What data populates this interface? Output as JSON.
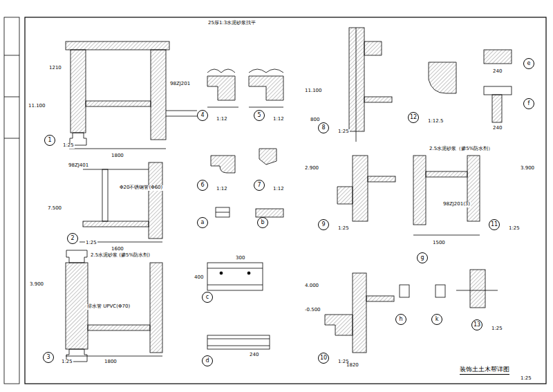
{
  "diagram": {
    "title": "装饰土土木帮详图",
    "nodes": [
      {
        "text": [
          "1"
        ]
      },
      {
        "text": [
          "2"
        ]
      },
      {
        "text": [
          "3"
        ]
      },
      {
        "text": [
          "4"
        ]
      },
      {
        "text": [
          "5"
        ]
      },
      {
        "text": [
          "6"
        ]
      },
      {
        "text": [
          "7"
        ]
      },
      {
        "text": [
          "a"
        ]
      },
      {
        "text": [
          "b"
        ]
      },
      {
        "text": [
          "c"
        ]
      },
      {
        "text": [
          "d"
        ]
      },
      {
        "text": [
          "8"
        ]
      },
      {
        "text": [
          "9"
        ]
      },
      {
        "text": [
          "10"
        ]
      },
      {
        "text": [
          "11"
        ]
      },
      {
        "text": [
          "12"
        ]
      },
      {
        "text": [
          "e"
        ]
      },
      {
        "text": [
          "f"
        ]
      },
      {
        "text": [
          "g"
        ]
      },
      {
        "text": [
          "h"
        ]
      },
      {
        "text": [
          "k"
        ]
      },
      {
        "text": [
          "13"
        ]
      }
    ],
    "labels": [
      "1:25",
      "1800",
      "11.100",
      "1210",
      "98ZJ201",
      "1:25",
      "1600",
      "7.500",
      "98ZJ401",
      "Φ20不锈钢管(Φ60)",
      "1:25",
      "1800",
      "3.900",
      "2.5水泥砂浆 (掺5%防水剂)",
      "排水管 UPVC(Φ70)",
      "1:12",
      "1:12",
      "1:12",
      "1:12",
      "25厚1:3水泥砂浆找平",
      "1:25",
      "11.100",
      "800",
      "1:25",
      "2.900",
      "1:25",
      "1500",
      "3.900",
      "1:12.5",
      "1:25",
      "1820",
      "4.000",
      "-0.500",
      "1:25",
      "1:25",
      "300",
      "240",
      "400",
      "240",
      "240",
      "2.5水泥砂浆（掺5%防水剂）",
      "98ZJ201(3)"
    ]
  }
}
